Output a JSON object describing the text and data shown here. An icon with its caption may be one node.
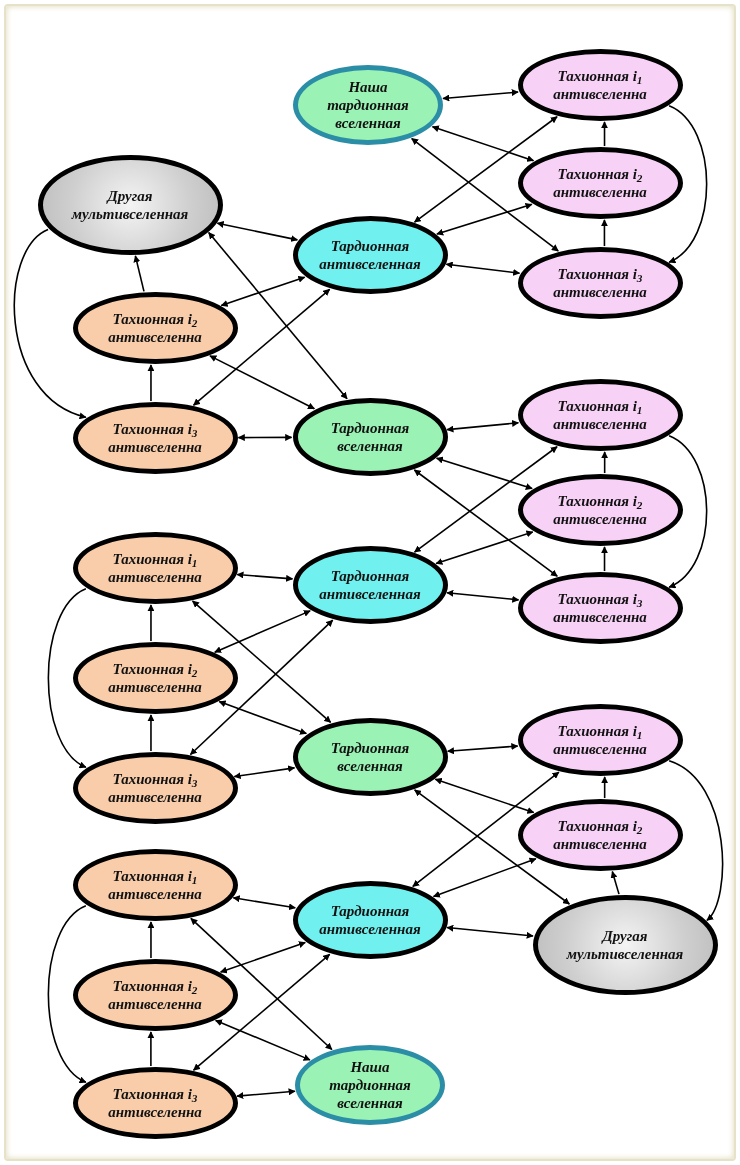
{
  "diagram": {
    "nodes": [
      {
        "text": [
          "Наша тардионная вселенная"
        ]
      },
      {
        "text": [
          "Тахионная i$_{1}$ антивселенна"
        ]
      },
      {
        "text": [
          "Тахионная i$_{2}$ антивселенна"
        ]
      },
      {
        "text": [
          "Другая мультивселенная"
        ]
      },
      {
        "text": [
          "Тардионная антивселенная"
        ]
      },
      {
        "text": [
          "Тахионная i$_{3}$ антивселенна"
        ]
      },
      {
        "text": [
          "Тахионная i$_{2}$ антивселенна"
        ]
      },
      {
        "text": [
          "Тахионная i$_{1}$ антивселенна"
        ]
      },
      {
        "text": [
          "Тардионная вселенная"
        ]
      },
      {
        "text": [
          "Тахионная i$_{3}$ антивселенна"
        ]
      },
      {
        "text": [
          "Тахионная i$_{2}$ антивселенна"
        ]
      },
      {
        "text": [
          "Тахионная i$_{1}$ антивселенна"
        ]
      },
      {
        "text": [
          "Тардионная антивселенная"
        ]
      },
      {
        "text": [
          "Тахионная i$_{3}$ антивселенна"
        ]
      },
      {
        "text": [
          "Тахионная i$_{2}$ антивселенна"
        ]
      },
      {
        "text": [
          "Тахионная i$_{1}$ антивселенна"
        ]
      },
      {
        "text": [
          "Тардионная вселенная"
        ]
      },
      {
        "text": [
          "Тахионная i$_{3}$ антивселенна"
        ]
      },
      {
        "text": [
          "Тахионная i$_{2}$ антивселенна"
        ]
      },
      {
        "text": [
          "Тахионная i$_{1}$ антивселенна"
        ]
      },
      {
        "text": [
          "Тардионная антивселенная"
        ]
      },
      {
        "text": [
          "Другая мультивселенная"
        ]
      },
      {
        "text": [
          "Тахионная i$_{2}$ антивселенна"
        ]
      },
      {
        "text": [
          "Тахионная i$_{3}$ антивселенна"
        ]
      },
      {
        "text": [
          "Наша тардионная вселенная"
        ]
      }
    ],
    "edges": [
      {
        "from": 0,
        "to": 1,
        "arrow": "both"
      },
      {
        "from": 0,
        "to": 2,
        "arrow": "both"
      },
      {
        "from": 0,
        "to": 5,
        "arrow": "both"
      },
      {
        "from": 4,
        "to": 1,
        "arrow": "both"
      },
      {
        "from": 4,
        "to": 2,
        "arrow": "both"
      },
      {
        "from": 4,
        "to": 5,
        "arrow": "both"
      },
      {
        "from": 2,
        "to": 1,
        "arrow": "to"
      },
      {
        "from": 5,
        "to": 2,
        "arrow": "to"
      },
      {
        "from": 1,
        "to": 5,
        "arrow": "to"
      },
      {
        "from": 3,
        "to": 4,
        "arrow": "both"
      },
      {
        "from": 3,
        "to": 8,
        "arrow": "both"
      },
      {
        "from": 6,
        "to": 3,
        "arrow": "to"
      },
      {
        "from": 3,
        "to": 9,
        "arrow": "to"
      },
      {
        "from": 9,
        "to": 6,
        "arrow": "to"
      },
      {
        "from": 6,
        "to": 4,
        "arrow": "both"
      },
      {
        "from": 9,
        "to": 4,
        "arrow": "both"
      },
      {
        "from": 6,
        "to": 8,
        "arrow": "both"
      },
      {
        "from": 9,
        "to": 8,
        "arrow": "both"
      },
      {
        "from": 8,
        "to": 7,
        "arrow": "both"
      },
      {
        "from": 8,
        "to": 10,
        "arrow": "both"
      },
      {
        "from": 8,
        "to": 13,
        "arrow": "both"
      },
      {
        "from": 12,
        "to": 7,
        "arrow": "both"
      },
      {
        "from": 12,
        "to": 10,
        "arrow": "both"
      },
      {
        "from": 12,
        "to": 13,
        "arrow": "both"
      },
      {
        "from": 10,
        "to": 7,
        "arrow": "to"
      },
      {
        "from": 13,
        "to": 10,
        "arrow": "to"
      },
      {
        "from": 7,
        "to": 13,
        "arrow": "to"
      },
      {
        "from": 11,
        "to": 12,
        "arrow": "both"
      },
      {
        "from": 11,
        "to": 16,
        "arrow": "both"
      },
      {
        "from": 11,
        "to": 17,
        "arrow": "to"
      },
      {
        "from": 14,
        "to": 11,
        "arrow": "to"
      },
      {
        "from": 17,
        "to": 14,
        "arrow": "to"
      },
      {
        "from": 14,
        "to": 12,
        "arrow": "both"
      },
      {
        "from": 17,
        "to": 12,
        "arrow": "both"
      },
      {
        "from": 14,
        "to": 16,
        "arrow": "both"
      },
      {
        "from": 17,
        "to": 16,
        "arrow": "both"
      },
      {
        "from": 16,
        "to": 15,
        "arrow": "both"
      },
      {
        "from": 16,
        "to": 18,
        "arrow": "both"
      },
      {
        "from": 16,
        "to": 21,
        "arrow": "both"
      },
      {
        "from": 20,
        "to": 15,
        "arrow": "both"
      },
      {
        "from": 20,
        "to": 18,
        "arrow": "both"
      },
      {
        "from": 20,
        "to": 21,
        "arrow": "both"
      },
      {
        "from": 18,
        "to": 15,
        "arrow": "to"
      },
      {
        "from": 21,
        "to": 18,
        "arrow": "to"
      },
      {
        "from": 15,
        "to": 21,
        "arrow": "to"
      },
      {
        "from": 19,
        "to": 20,
        "arrow": "both"
      },
      {
        "from": 19,
        "to": 24,
        "arrow": "both"
      },
      {
        "from": 22,
        "to": 20,
        "arrow": "both"
      },
      {
        "from": 23,
        "to": 20,
        "arrow": "both"
      },
      {
        "from": 22,
        "to": 24,
        "arrow": "both"
      },
      {
        "from": 23,
        "to": 24,
        "arrow": "both"
      },
      {
        "from": 22,
        "to": 19,
        "arrow": "to"
      },
      {
        "from": 23,
        "to": 22,
        "arrow": "to"
      },
      {
        "from": 19,
        "to": 23,
        "arrow": "to"
      }
    ]
  }
}
